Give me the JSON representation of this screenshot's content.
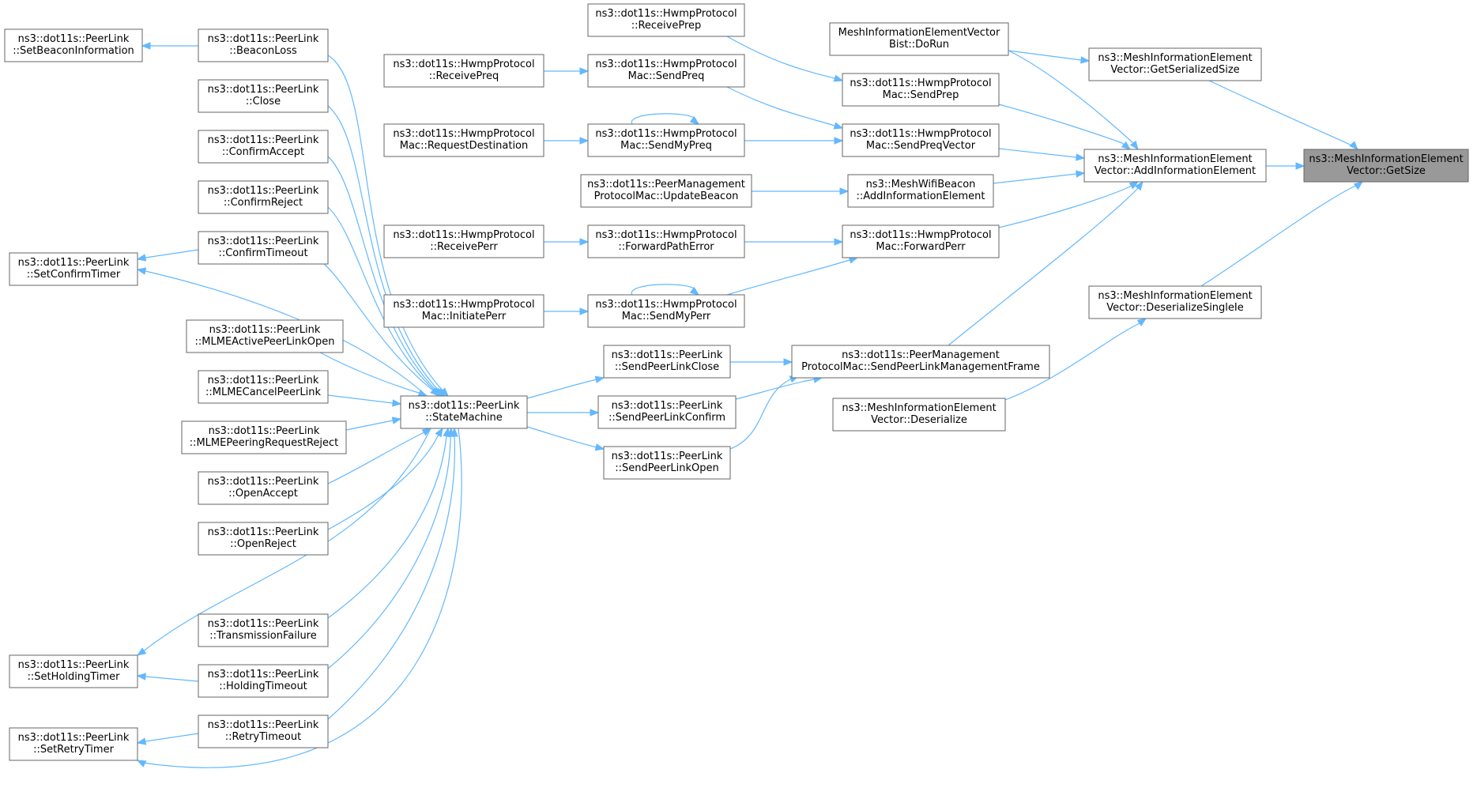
{
  "colors": {
    "edge": "#63b8ff",
    "node_border": "#666666",
    "root_fill": "#999999",
    "node_fill": "#ffffff"
  },
  "nodes": {
    "getsize": {
      "lines": [
        "ns3::MeshInformationElement",
        "Vector::GetSize"
      ],
      "root": true
    },
    "addie": {
      "lines": [
        "ns3::MeshInformationElement",
        "Vector::AddInformationElement"
      ]
    },
    "getserial": {
      "lines": [
        "ns3::MeshInformationElement",
        "Vector::GetSerializedSize"
      ]
    },
    "deserialsingle": {
      "lines": [
        "ns3::MeshInformationElement",
        "Vector::DeserializeSingleIe"
      ]
    },
    "dorun": {
      "lines": [
        "MeshInformationElementVector",
        "Bist::DoRun"
      ]
    },
    "deserialize": {
      "lines": [
        "ns3::MeshInformationElement",
        "Vector::Deserialize"
      ]
    },
    "sendprep": {
      "lines": [
        "ns3::dot11s::HwmpProtocol",
        "Mac::SendPrep"
      ]
    },
    "sendpreqvec": {
      "lines": [
        "ns3::dot11s::HwmpProtocol",
        "Mac::SendPreqVector"
      ]
    },
    "wifibeacon": {
      "lines": [
        "ns3::MeshWifiBeacon",
        "::AddInformationElement"
      ]
    },
    "fwdperr": {
      "lines": [
        "ns3::dot11s::HwmpProtocol",
        "Mac::ForwardPerr"
      ]
    },
    "sendplmf": {
      "lines": [
        "ns3::dot11s::PeerManagement",
        "ProtocolMac::SendPeerLinkManagementFrame"
      ]
    },
    "recvprep": {
      "lines": [
        "ns3::dot11s::HwmpProtocol",
        "::ReceivePrep"
      ]
    },
    "sendpreq": {
      "lines": [
        "ns3::dot11s::HwmpProtocol",
        "Mac::SendPreq"
      ]
    },
    "sendmypreq": {
      "lines": [
        "ns3::dot11s::HwmpProtocol",
        "Mac::SendMyPreq"
      ]
    },
    "updbeacon": {
      "lines": [
        "ns3::dot11s::PeerManagement",
        "ProtocolMac::UpdateBeacon"
      ]
    },
    "fwdpatherr": {
      "lines": [
        "ns3::dot11s::HwmpProtocol",
        "::ForwardPathError"
      ]
    },
    "sendmyperr": {
      "lines": [
        "ns3::dot11s::HwmpProtocol",
        "Mac::SendMyPerr"
      ]
    },
    "splclose": {
      "lines": [
        "ns3::dot11s::PeerLink",
        "::SendPeerLinkClose"
      ]
    },
    "splconfirm": {
      "lines": [
        "ns3::dot11s::PeerLink",
        "::SendPeerLinkConfirm"
      ]
    },
    "splopen": {
      "lines": [
        "ns3::dot11s::PeerLink",
        "::SendPeerLinkOpen"
      ]
    },
    "recvpreq": {
      "lines": [
        "ns3::dot11s::HwmpProtocol",
        "::ReceivePreq"
      ]
    },
    "reqdest": {
      "lines": [
        "ns3::dot11s::HwmpProtocol",
        "Mac::RequestDestination"
      ]
    },
    "recvperr": {
      "lines": [
        "ns3::dot11s::HwmpProtocol",
        "::ReceivePerr"
      ]
    },
    "initperr": {
      "lines": [
        "ns3::dot11s::HwmpProtocol",
        "Mac::InitiatePerr"
      ]
    },
    "statemachine": {
      "lines": [
        "ns3::dot11s::PeerLink",
        "::StateMachine"
      ]
    },
    "beaconloss": {
      "lines": [
        "ns3::dot11s::PeerLink",
        "::BeaconLoss"
      ]
    },
    "close": {
      "lines": [
        "ns3::dot11s::PeerLink",
        "::Close"
      ]
    },
    "confaccept": {
      "lines": [
        "ns3::dot11s::PeerLink",
        "::ConfirmAccept"
      ]
    },
    "confreject": {
      "lines": [
        "ns3::dot11s::PeerLink",
        "::ConfirmReject"
      ]
    },
    "conftimeout": {
      "lines": [
        "ns3::dot11s::PeerLink",
        "::ConfirmTimeout"
      ]
    },
    "mlmeopen": {
      "lines": [
        "ns3::dot11s::PeerLink",
        "::MLMEActivePeerLinkOpen"
      ]
    },
    "mlmecancel": {
      "lines": [
        "ns3::dot11s::PeerLink",
        "::MLMECancelPeerLink"
      ]
    },
    "mlmereject": {
      "lines": [
        "ns3::dot11s::PeerLink",
        "::MLMEPeeringRequestReject"
      ]
    },
    "openaccept": {
      "lines": [
        "ns3::dot11s::PeerLink",
        "::OpenAccept"
      ]
    },
    "openreject": {
      "lines": [
        "ns3::dot11s::PeerLink",
        "::OpenReject"
      ]
    },
    "txfail": {
      "lines": [
        "ns3::dot11s::PeerLink",
        "::TransmissionFailure"
      ]
    },
    "holdtimeout": {
      "lines": [
        "ns3::dot11s::PeerLink",
        "::HoldingTimeout"
      ]
    },
    "retrytimeout": {
      "lines": [
        "ns3::dot11s::PeerLink",
        "::RetryTimeout"
      ]
    },
    "setbeacon": {
      "lines": [
        "ns3::dot11s::PeerLink",
        "::SetBeaconInformation"
      ]
    },
    "setconfirm": {
      "lines": [
        "ns3::dot11s::PeerLink",
        "::SetConfirmTimer"
      ]
    },
    "setholding": {
      "lines": [
        "ns3::dot11s::PeerLink",
        "::SetHoldingTimer"
      ]
    },
    "setretry": {
      "lines": [
        "ns3::dot11s::PeerLink",
        "::SetRetryTimer"
      ]
    }
  }
}
